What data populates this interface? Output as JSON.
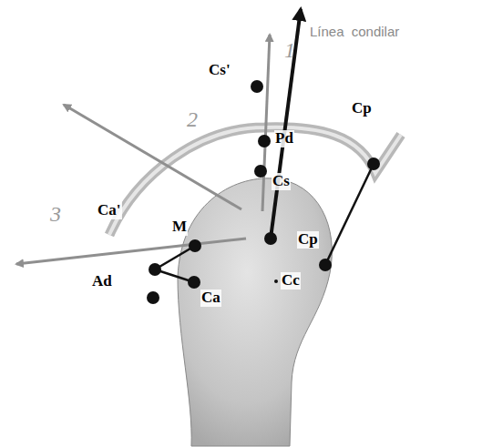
{
  "diagram": {
    "labels": [
      "Línea condilar",
      "1",
      "Cs'",
      "2",
      "Pd",
      "Cp",
      "M",
      "Cs",
      "Ca'",
      "Cp",
      "3",
      "Ad",
      "Ca",
      "Cc"
    ]
  }
}
